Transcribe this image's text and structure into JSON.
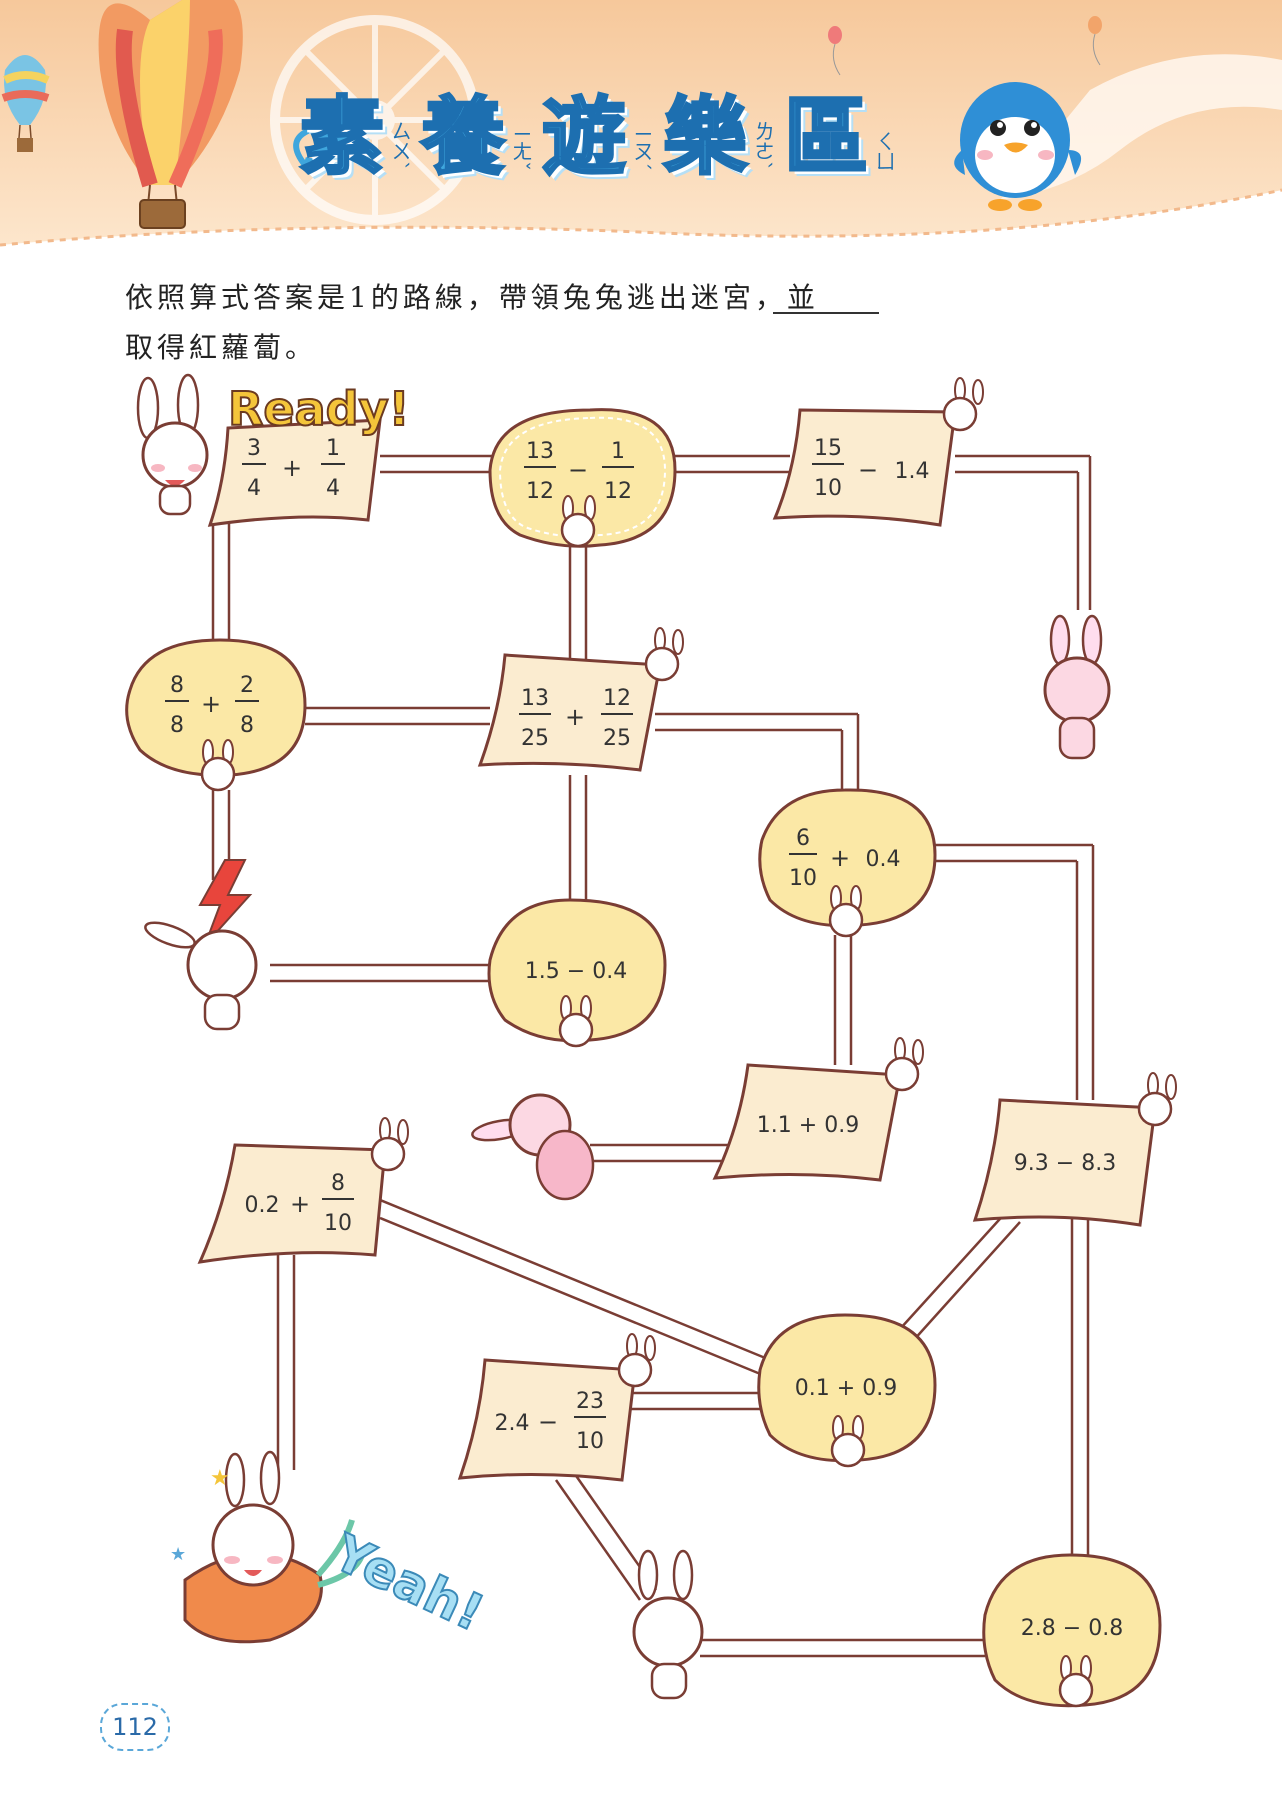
{
  "header": {
    "title_chars": [
      "素",
      "養",
      "遊",
      "樂",
      "區"
    ],
    "title_zhuyin": [
      "ㄙㄨˋ",
      "ㄧㄤˇ",
      "ㄧㄡˊ",
      "ㄌㄜˋ",
      "ㄑㄩ"
    ],
    "colors": {
      "sky": "#fbe1c4",
      "title": "#3fa6dd",
      "title_outline": "#1d6fb0"
    }
  },
  "instructions": {
    "line1": "依照算式答案是1的路線，帶領兔兔逃出迷宮，並",
    "line2": "取得紅蘿蔔。"
  },
  "maze": {
    "start_badge": "Ready!",
    "goal_badge": "Yeah!",
    "nodes": {
      "n1": {
        "a_num": "3",
        "a_den": "4",
        "op": "+",
        "b_num": "1",
        "b_den": "4"
      },
      "n2": {
        "a_num": "13",
        "a_den": "12",
        "op": "−",
        "b_num": "1",
        "b_den": "12"
      },
      "n3": {
        "a_num": "15",
        "a_den": "10",
        "op": "−",
        "b": "1.4"
      },
      "n4": {
        "a_num": "8",
        "a_den": "8",
        "op": "+",
        "b_num": "2",
        "b_den": "8"
      },
      "n5": {
        "a_num": "13",
        "a_den": "25",
        "op": "+",
        "b_num": "12",
        "b_den": "25"
      },
      "n6": {
        "a_num": "6",
        "a_den": "10",
        "op": "+",
        "b": "0.4"
      },
      "n7": {
        "expr": "1.5 − 0.4"
      },
      "n8": {
        "expr": "1.1 + 0.9"
      },
      "n9": {
        "expr": "9.3 − 8.3"
      },
      "n10": {
        "a": "0.2",
        "op": "+",
        "b_num": "8",
        "b_den": "10"
      },
      "n11": {
        "expr": "0.1 + 0.9"
      },
      "n12": {
        "a": "2.4",
        "op": "−",
        "b_num": "23",
        "b_den": "10"
      },
      "n13": {
        "expr": "2.8 − 0.8"
      }
    },
    "colors": {
      "card": "#fbecd0",
      "bubble": "#fbe8a6",
      "outline": "#7a3d34",
      "path": "#7a3d34",
      "carrot": "#f08a4b"
    }
  },
  "page_number": "112"
}
